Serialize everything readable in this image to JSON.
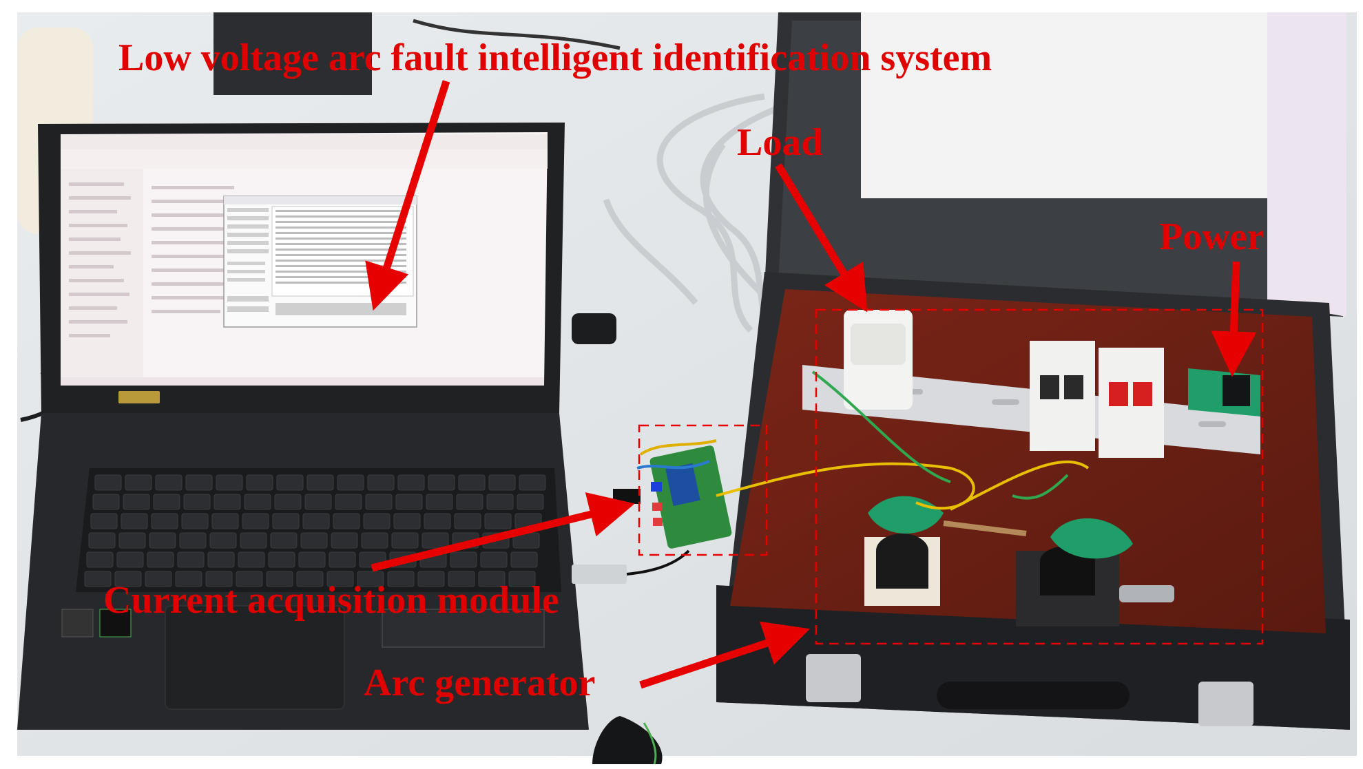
{
  "annotations": {
    "system": "Low voltage arc fault intelligent identification system",
    "load": "Load",
    "power": "Power",
    "current_module": "Current acquisition module",
    "arc_generator": "Arc generator"
  },
  "colors": {
    "annotation": "#e00000",
    "arrow": "#e60000",
    "desk": "#eceff1",
    "laptop_body": "#222426",
    "case_frame": "#2a2c30",
    "case_board": "#6a1f14",
    "case_lid_inner": "#2f3134",
    "rail": "#d8dade",
    "insulator_green": "#1f9e6a",
    "screen_bg": "#fbf6f7",
    "pcb_green": "#2e8b3e"
  },
  "icons": [
    "laptop-icon",
    "arrow-icon",
    "dashed-box-icon"
  ]
}
